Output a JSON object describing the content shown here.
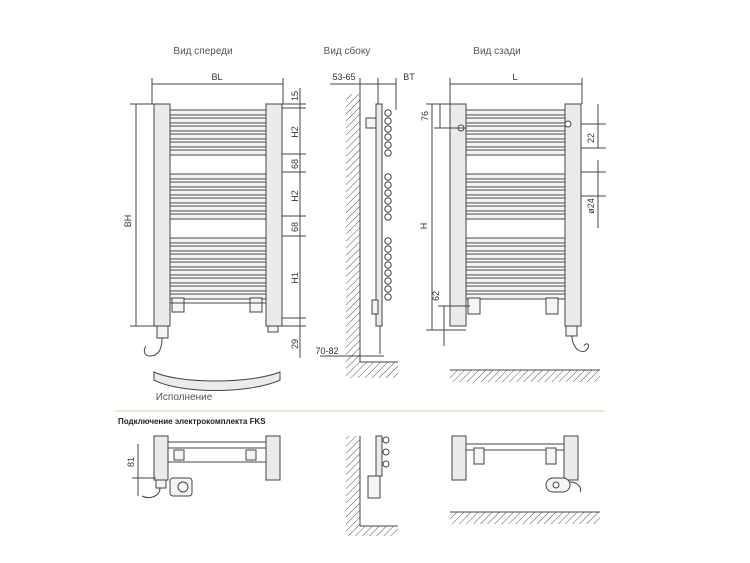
{
  "views": {
    "front": "Вид спереди",
    "side": "Вид сбоку",
    "back": "Вид сзади",
    "variant": "Исполнение"
  },
  "section_title": "Подключение электрокомплекта FKS",
  "dims": {
    "bl": "BL",
    "bh": "BH",
    "h15": "15",
    "h2_top": "H2",
    "h68_top": "68",
    "h2_mid": "H2",
    "h68_mid": "68",
    "h1": "H1",
    "h29": "29",
    "side_top": "53-65",
    "bt": "BT",
    "side_bottom": "70-82",
    "l": "L",
    "h": "H",
    "d76": "76",
    "d22": "22",
    "d24": "ø24",
    "d62": "62",
    "d81": "81"
  },
  "colors": {
    "line": "#444444",
    "fill": "#ebebeb",
    "accent": "#c5d5a0"
  }
}
